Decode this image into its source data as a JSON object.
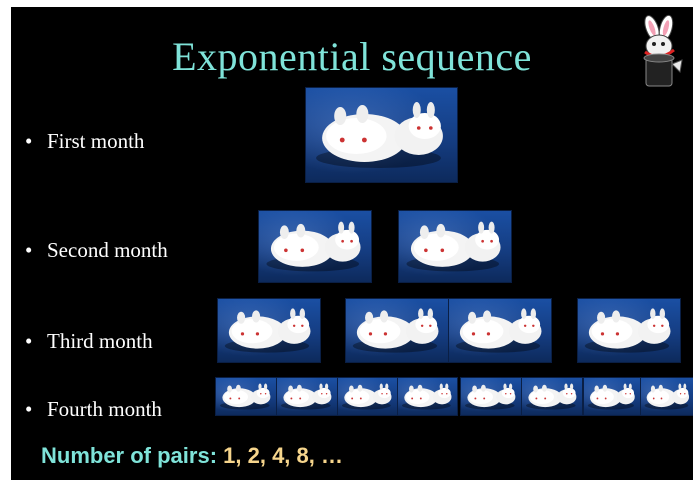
{
  "slide": {
    "title": "Exponential sequence",
    "bullets": [
      {
        "marker": "•",
        "label": "First month"
      },
      {
        "marker": "•",
        "label": "Second month"
      },
      {
        "marker": "•",
        "label": "Third month"
      },
      {
        "marker": "•",
        "label": "Fourth month"
      }
    ],
    "pairs_label": "Number of pairs:",
    "pairs_sequence": "1,  2,  4,  8, …"
  },
  "images": {
    "photo_subject": "two white rabbits",
    "mascot": "cartoon-rabbit-in-hat"
  },
  "colors": {
    "background": "#000000",
    "title": "#7fe3d9",
    "sequence": "#f6d58c",
    "photo_backdrop": "#1a4fa3"
  }
}
